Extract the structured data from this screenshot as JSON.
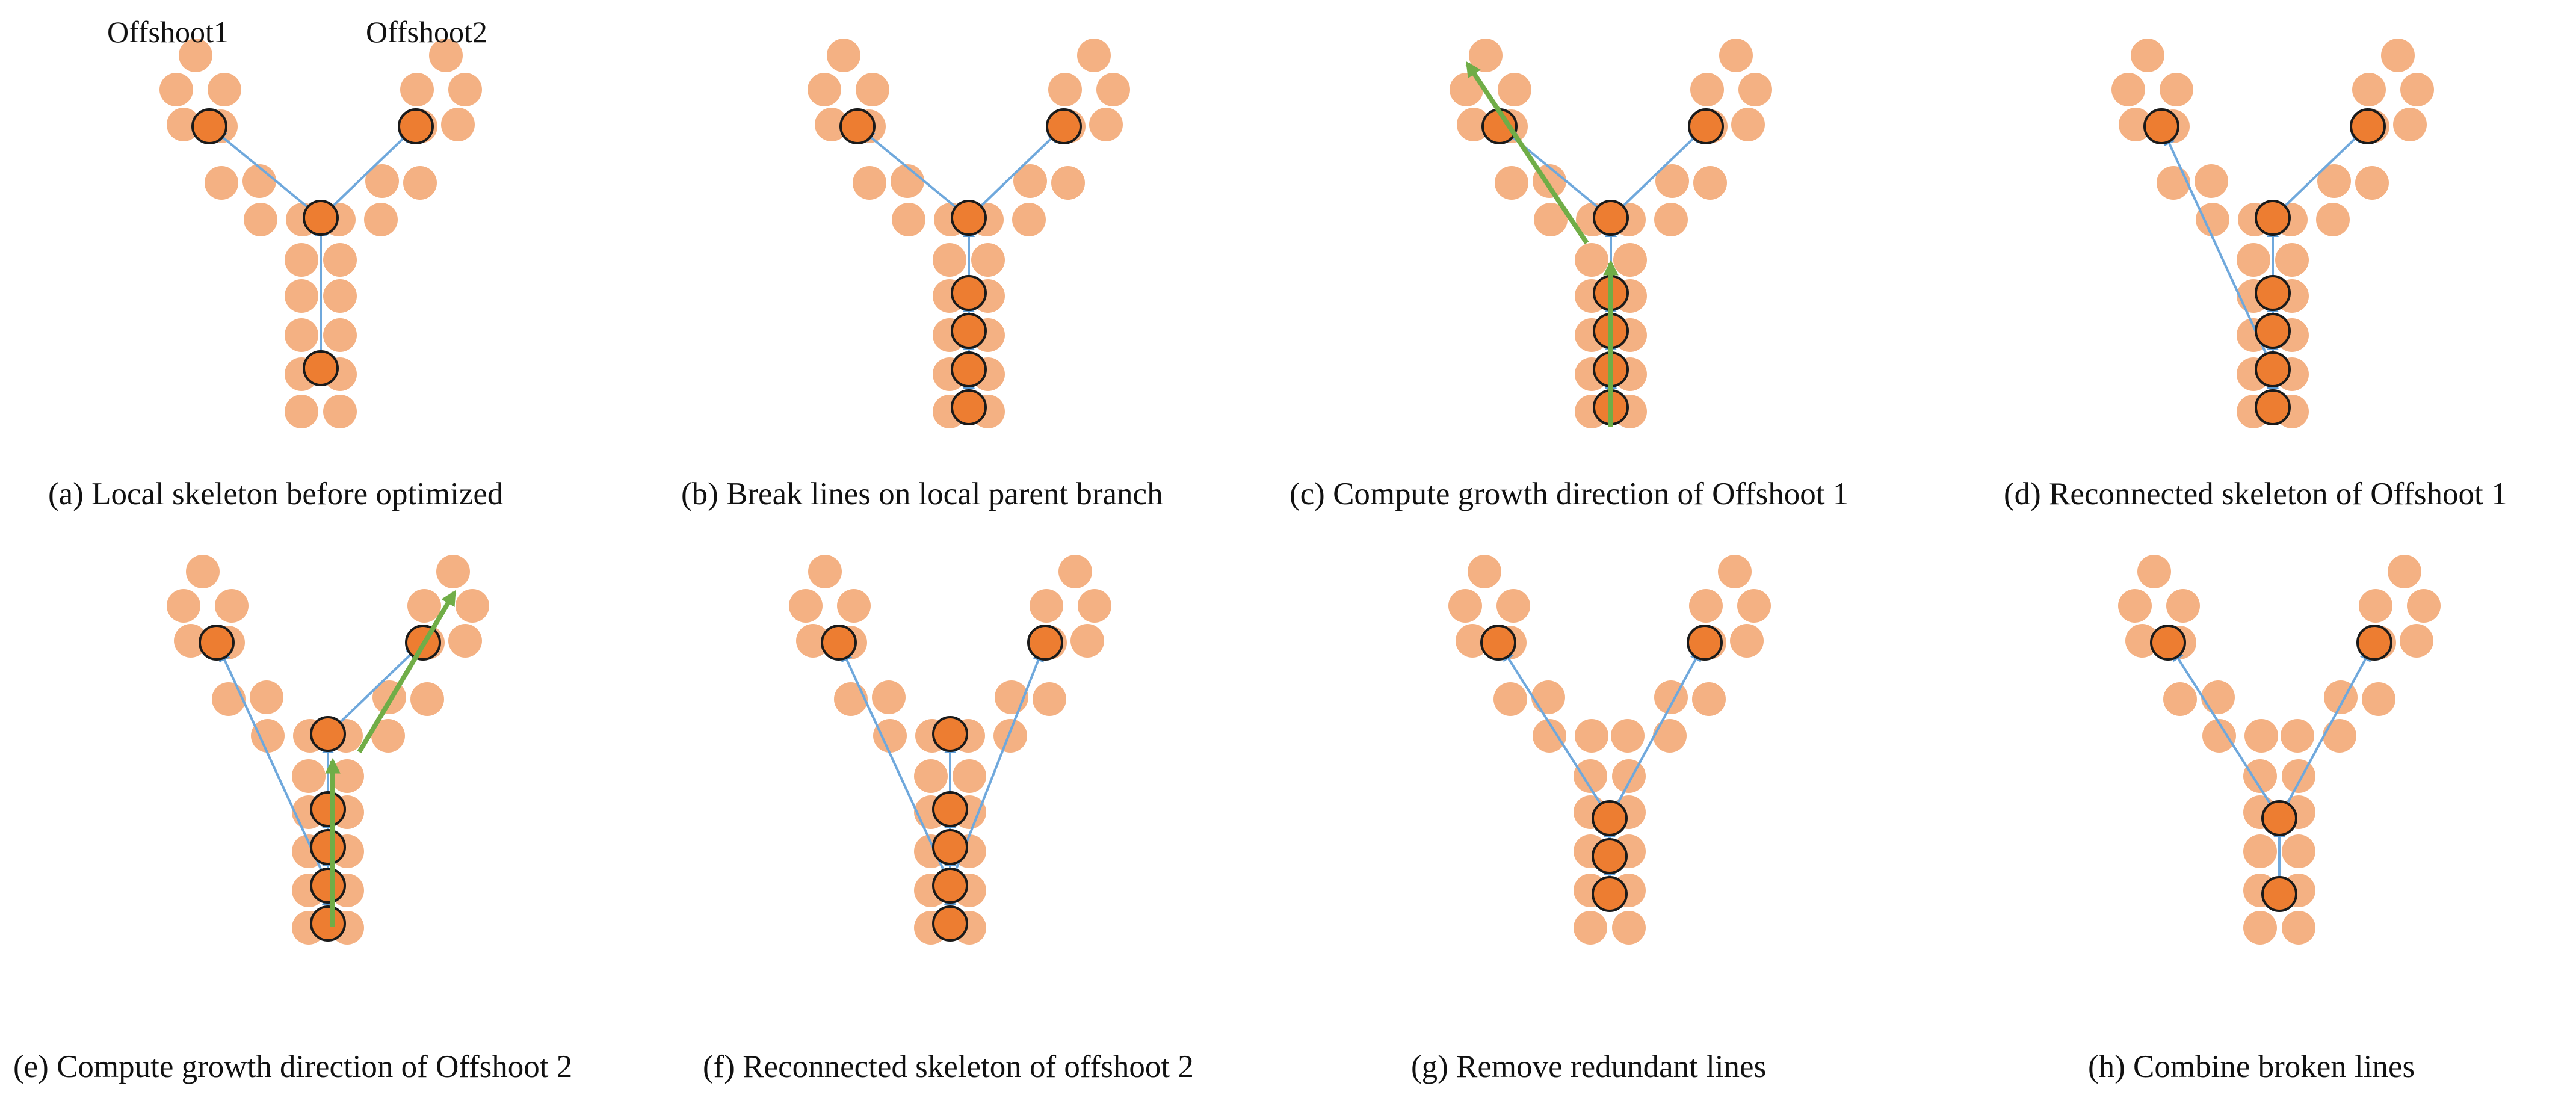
{
  "labels": {
    "offshoot1": "Offshoot1",
    "offshoot2": "Offshoot2"
  },
  "captions": {
    "a": "(a) Local skeleton before optimized",
    "b": "(b) Break lines on local parent branch",
    "c": "(c) Compute growth direction of Offshoot 1",
    "d": "(d) Reconnected skeleton of Offshoot 1",
    "e": "(e) Compute growth direction of Offshoot 2",
    "f": "(f) Reconnected skeleton of offshoot 2",
    "g": "(g) Remove redundant lines",
    "h": "(h) Combine broken lines"
  },
  "colors": {
    "point": "#F4B183",
    "node": "#ED7D31",
    "node_stroke": "#1A1A1A",
    "edge": "#6FA8DC",
    "arrow_head": "#5B9BD5",
    "growth": "#70AD47"
  }
}
